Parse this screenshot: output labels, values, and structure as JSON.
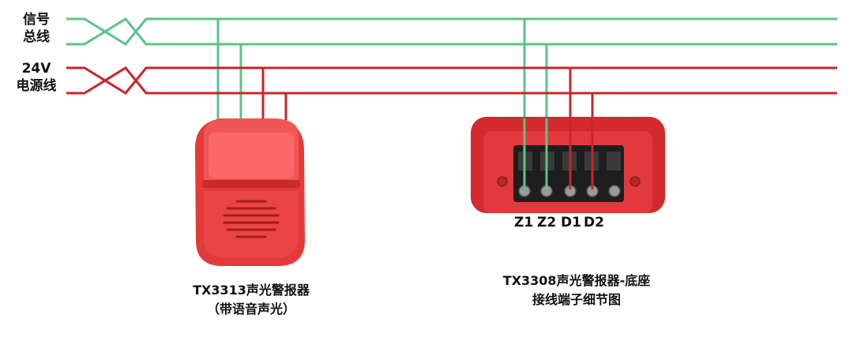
{
  "bus_labels": {
    "signal_line1": "信号",
    "signal_line2": "总线",
    "power_line1": "24V",
    "power_line2": "电源线"
  },
  "terminals": [
    "Z1",
    "Z2",
    "D1",
    "D2"
  ],
  "captions": {
    "left_line1": "TX3313声光警报器",
    "left_line2": "（带语音声光）",
    "right_line1": "TX3308声光警报器-底座",
    "right_line2": "接线端子细节图"
  },
  "colors": {
    "signal": "#5cc38a",
    "power": "#c8262b",
    "device_red": "#e53a3a",
    "base_red": "#d42a2e",
    "terminal_block": "#1e1e1e"
  }
}
